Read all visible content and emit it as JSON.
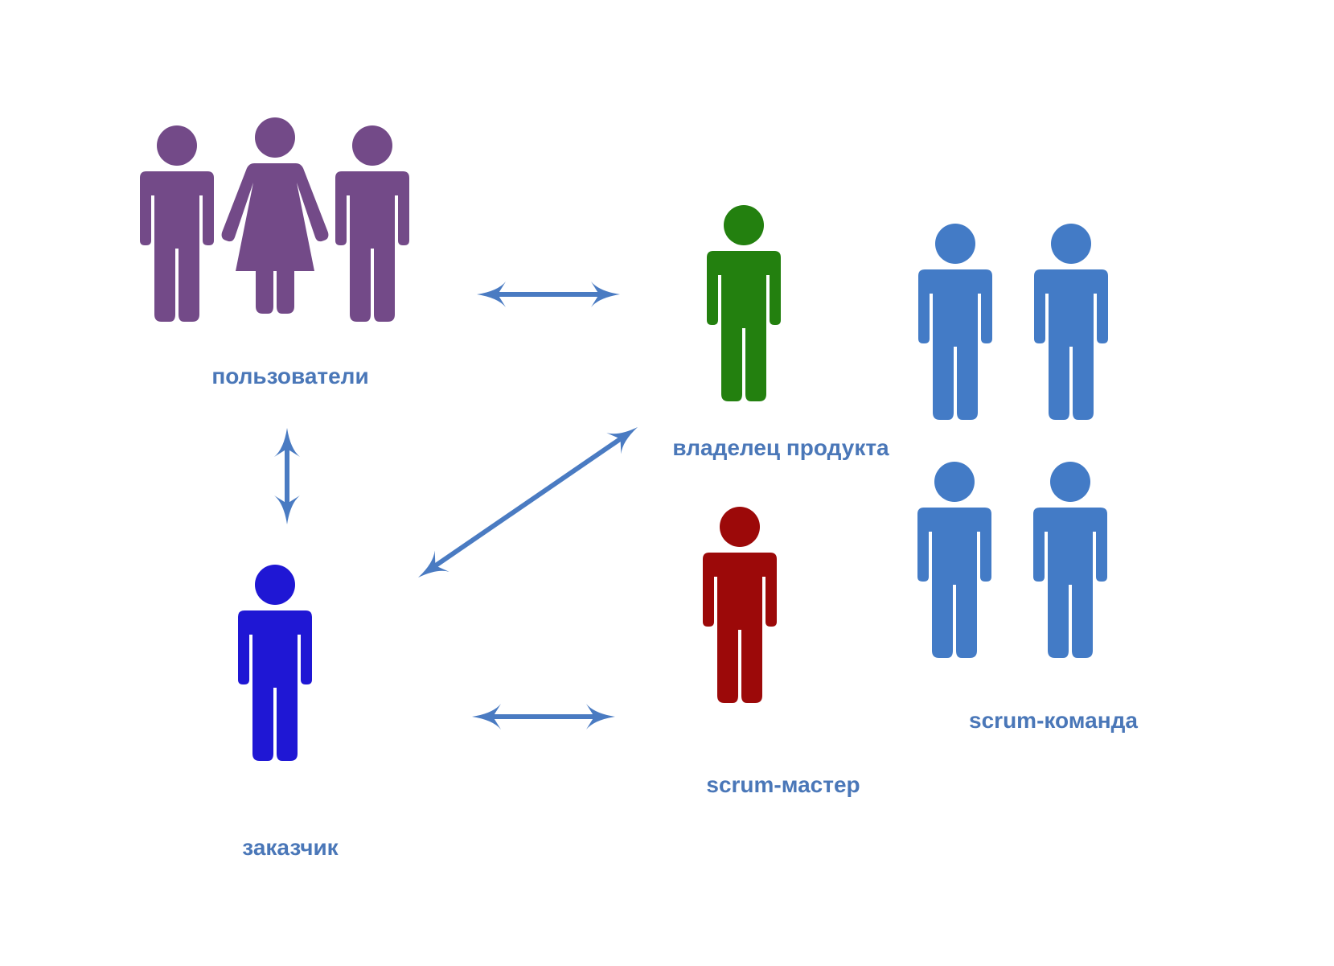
{
  "colors": {
    "users": "#734a88",
    "product_owner": "#23800f",
    "customer": "#1f17d4",
    "scrum_master": "#9c0909",
    "team": "#437bc6",
    "arrow": "#4a7bc2",
    "label": "#4a77b8"
  },
  "labels": {
    "users": "пользователи",
    "product_owner": "владелец продукта",
    "customer": "заказчик",
    "scrum_master": "scrum-мастер",
    "team": "scrum-команда"
  }
}
